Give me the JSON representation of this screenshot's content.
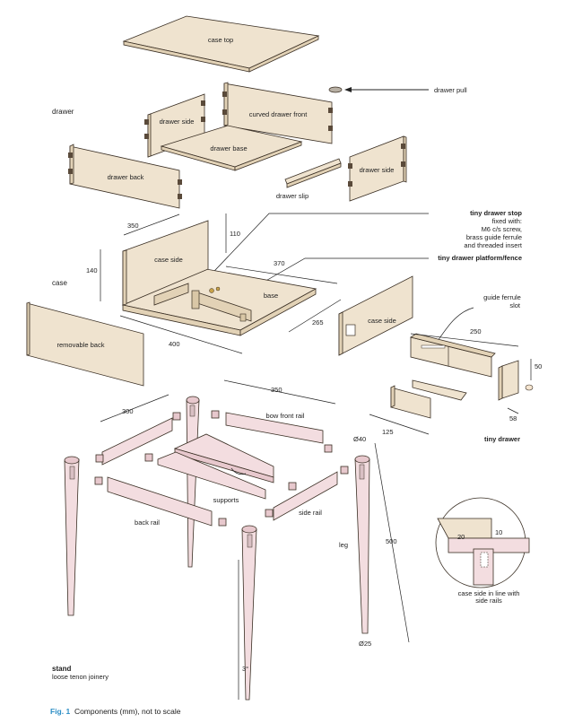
{
  "labels": {
    "case_top": "case top",
    "drawer_pull": "drawer pull",
    "drawer": "drawer",
    "drawer_side": "drawer side",
    "curved_drawer_front": "curved drawer front",
    "drawer_base": "drawer base",
    "drawer_back": "drawer back",
    "drawer_slip": "drawer slip",
    "tiny_drawer_stop": "tiny drawer stop",
    "stop_fixed1": "fixed with:",
    "stop_fixed2": "M6 c/s screw,",
    "stop_fixed3": "brass guide ferrule",
    "stop_fixed4": "and threaded insert",
    "platform": "tiny drawer platform/fence",
    "case": "case",
    "case_side": "case side",
    "base": "base",
    "removable_back": "removable back",
    "guide_ferrule": "guide ferrule",
    "slot": "slot",
    "tiny_drawer": "tiny drawer",
    "bow_front_rail": "bow front rail",
    "supports": "supports",
    "back_rail": "back rail",
    "side_rail": "side rail",
    "leg": "leg",
    "detail1": "case side in line with",
    "detail2": "side rails",
    "stand": "stand",
    "stand_sub": "loose tenon joinery"
  },
  "dims": {
    "d350a": "350",
    "d110": "110",
    "d370": "370",
    "d140": "140",
    "d265": "265",
    "d400": "400",
    "d250": "250",
    "d50": "50",
    "d58": "58",
    "d125": "125",
    "d300": "300",
    "d350b": "350",
    "d40": "Ø40",
    "d500": "500",
    "d25": "Ø25",
    "d10": "10",
    "d20": "20",
    "d3": "3°"
  },
  "caption": {
    "fig": "Fig. 1",
    "text": "Components (mm), not to scale"
  }
}
